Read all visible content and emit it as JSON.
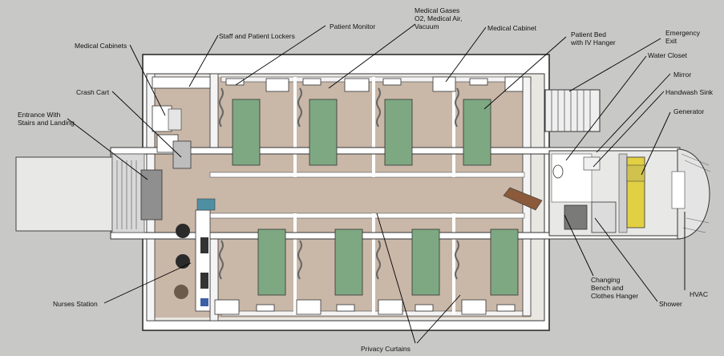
{
  "diagram": {
    "labels": {
      "medical_cabinets": "Medical Cabinets",
      "staff_patient_lockers": "Staff and Patient Lockers",
      "patient_monitor": "Patient Monitor",
      "medical_gases": "Medical Gases\nO2, Medical Air,\nVacuum",
      "medical_cabinet": "Medical Cabinet",
      "patient_bed": "Patient Bed\nwith IV Hanger",
      "emergency_exit": "Emergency\nExit",
      "water_closet": "Water Closet",
      "mirror": "Mirror",
      "handwash_sink": "Handwash Sink",
      "generator": "Generator",
      "crash_cart": "Crash Cart",
      "entrance": "Entrance With\nStairs and Landing",
      "nurses_station": "Nurses Station",
      "changing_bench": "Changing\nBench and\nClothes Hanger",
      "shower": "Shower",
      "hvac": "HVAC",
      "privacy_curtains": "Privacy Curtains"
    },
    "colors": {
      "background": "#c8c8c6",
      "floor": "#c9b7a8",
      "wall": "#ffffff",
      "bed": "#7ea882",
      "generator": "#e2d043",
      "stairs": "#9a9a9a"
    }
  }
}
